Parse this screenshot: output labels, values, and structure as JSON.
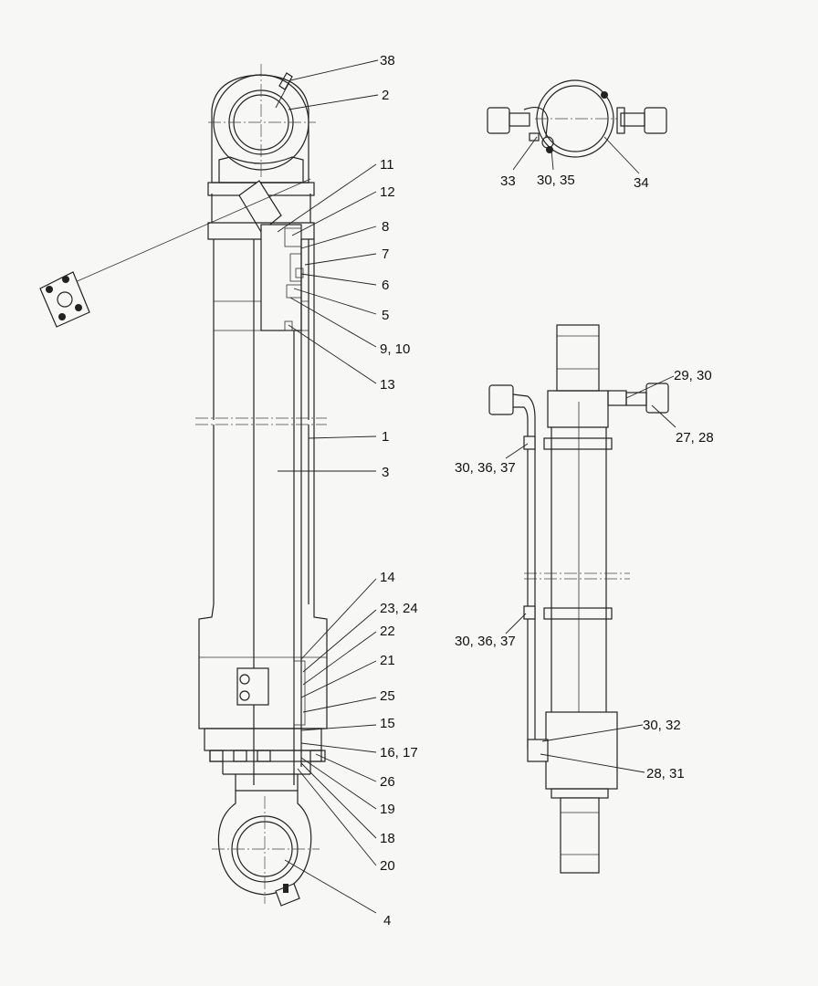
{
  "diagram": {
    "labels": {
      "main": [
        "38",
        "2",
        "11",
        "12",
        "8",
        "7",
        "6",
        "5",
        "9, 10",
        "13",
        "1",
        "3",
        "14",
        "23, 24",
        "22",
        "21",
        "25",
        "15",
        "16, 17",
        "26",
        "19",
        "18",
        "20",
        "4"
      ],
      "top_view": [
        "33",
        "30, 35",
        "34"
      ],
      "side_view": [
        "29, 30",
        "27, 28",
        "30, 36, 37",
        "30, 36, 37",
        "30, 32",
        "28, 31"
      ]
    }
  }
}
